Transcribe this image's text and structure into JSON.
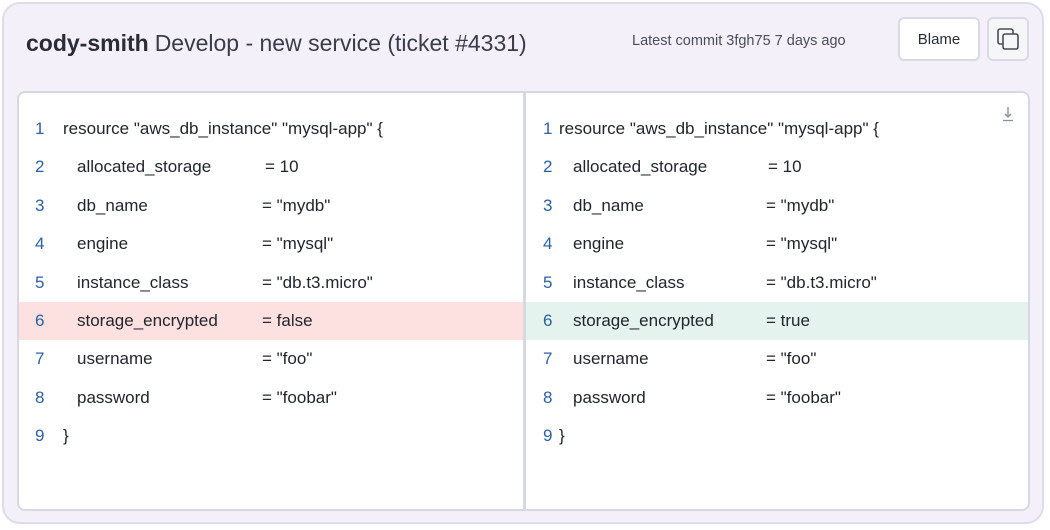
{
  "header": {
    "author": "cody-smith",
    "message": "Develop - new service (ticket #4331)",
    "commit_info": "Latest commit 3fgh75 7 days ago",
    "blame_label": "Blame"
  },
  "icons": {
    "copy": "copy-icon",
    "download": "download-icon"
  },
  "colors": {
    "removed_bg": "#fde0e0",
    "added_bg": "#e4f3ee",
    "line_number": "#2d5fa0"
  },
  "diff": {
    "left": [
      {
        "num": "1",
        "text": "resource \"aws_db_instance\" \"mysql-app\" {"
      },
      {
        "num": "2",
        "key": "allocated_storage",
        "val": "= 10"
      },
      {
        "num": "3",
        "key": "db_name",
        "val": "= \"mydb\""
      },
      {
        "num": "4",
        "key": "engine",
        "val": "= \"mysql\""
      },
      {
        "num": "5",
        "key": "instance_class",
        "val": "=   \"db.t3.micro\""
      },
      {
        "num": "6",
        "key": "storage_encrypted",
        "val": "= false",
        "status": "removed"
      },
      {
        "num": "7",
        "key": "username",
        "val": "= \"foo\""
      },
      {
        "num": "8",
        "key": "password",
        "val": "= \"foobar\""
      },
      {
        "num": "9",
        "text": "}"
      }
    ],
    "right": [
      {
        "num": "1",
        "text": "resource \"aws_db_instance\" \"mysql-app\" {"
      },
      {
        "num": "2",
        "key": "allocated_storage",
        "val": "= 10"
      },
      {
        "num": "3",
        "key": "db_name",
        "val": "= \"mydb\""
      },
      {
        "num": "4",
        "key": "engine",
        "val": "= \"mysql\""
      },
      {
        "num": "5",
        "key": "instance_class",
        "val": "=   \"db.t3.micro\""
      },
      {
        "num": "6",
        "key": "storage_encrypted",
        "val": "= true",
        "status": "added"
      },
      {
        "num": "7",
        "key": "username",
        "val": "= \"foo\""
      },
      {
        "num": "8",
        "key": "password",
        "val": "= \"foobar\""
      },
      {
        "num": "9",
        "text": "}"
      }
    ]
  }
}
